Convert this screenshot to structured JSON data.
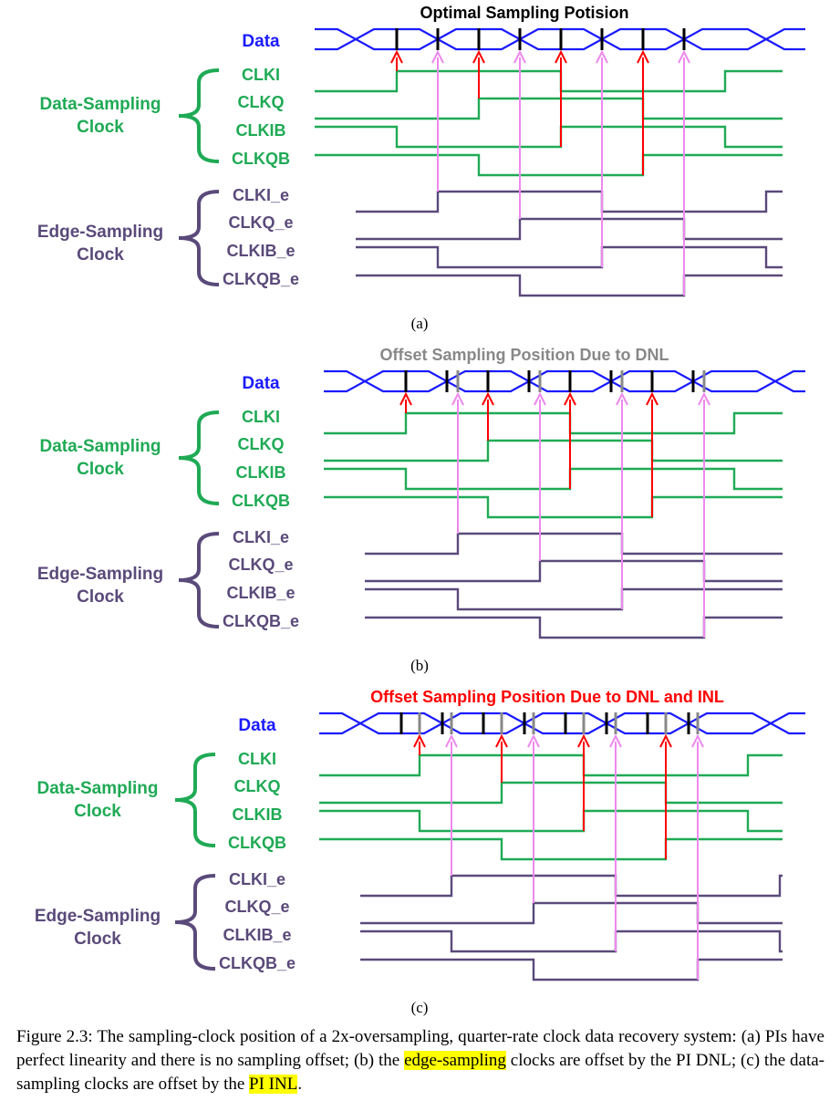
{
  "colors": {
    "data": "#1a1aff",
    "data_sampling": "#1faa55",
    "edge_sampling": "#5a4a7a",
    "red_arrow": "#ff0000",
    "pink_line": "#ee88ee",
    "black_marker": "#000000",
    "gray_marker": "#888888",
    "title_a": "#000000",
    "title_b": "#888888",
    "title_c": "#ff0000",
    "highlight": "#ffff00"
  },
  "labels": {
    "data": "Data",
    "data_group_line1": "Data-Sampling",
    "data_group_line2": "Clock",
    "edge_group_line1": "Edge-Sampling",
    "edge_group_line2": "Clock",
    "clki": "CLKI",
    "clkq": "CLKQ",
    "clkib": "CLKIB",
    "clkqb": "CLKQB",
    "clki_e": "CLKI_e",
    "clkq_e": "CLKQ_e",
    "clkib_e": "CLKIB_e",
    "clkqb_e": "CLKQB_e"
  },
  "panels": [
    {
      "title": "Optimal Sampling Potision",
      "sublabel": "(a)",
      "title_color": "title_a"
    },
    {
      "title": "Offset Sampling Position Due to DNL",
      "sublabel": "(b)",
      "title_color": "title_b"
    },
    {
      "title": "Offset Sampling Position Due to DNL and INL",
      "sublabel": "(c)",
      "title_color": "title_c"
    }
  ],
  "caption": {
    "part1": "Figure 2.3: The sampling-clock position of a 2x-oversampling, quarter-rate clock data recovery system: (a) PIs have perfect linearity and there is no sampling offset; (b) the ",
    "highlight1": "edge-sampling",
    "part2": " clocks are offset by the PI DNL; (c) the data-sampling clocks are offset by the ",
    "highlight2": "PI INL",
    "part3": "."
  }
}
